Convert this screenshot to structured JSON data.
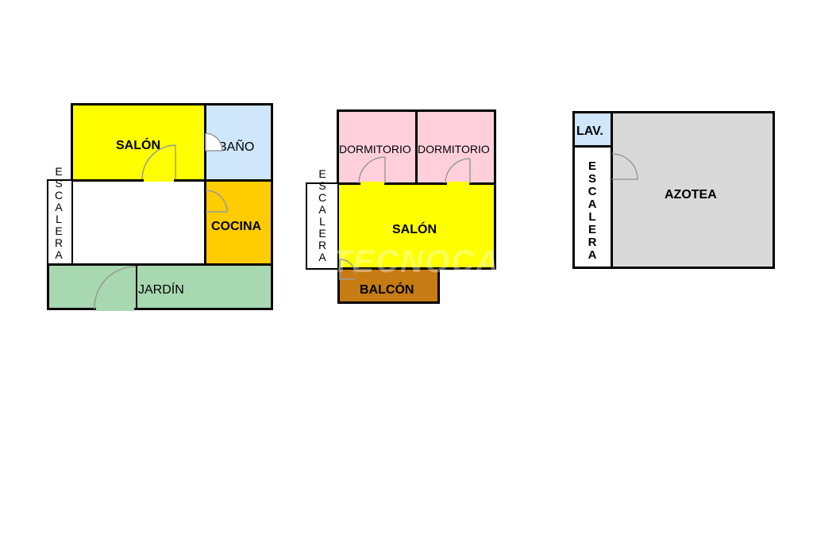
{
  "colors": {
    "yellow": "#ffff00",
    "blue": "#cfe6fb",
    "orange": "#ffcc00",
    "green": "#a8d8b0",
    "pink": "#ffd0dc",
    "brown": "#c67c12",
    "gray": "#d9d9d9",
    "white": "#ffffff",
    "door": "#9a9a9a"
  },
  "plan1": {
    "salon": "SALÓN",
    "bano": "BAÑO",
    "cocina": "COCINA",
    "jardin": "JARDÍN",
    "escalera": [
      "E",
      "S",
      "C",
      "A",
      "L",
      "E",
      "R",
      "A"
    ]
  },
  "plan2": {
    "dormitorio_1": "DORMITORIO",
    "dormitorio_2": "DORMITORIO",
    "salon": "SALÓN",
    "balcon": "BALCÓN",
    "escalera": [
      "E",
      "S",
      "C",
      "A",
      "L",
      "E",
      "R",
      "A"
    ],
    "watermark": "TECNOCASA"
  },
  "plan3": {
    "lav": "LAV.",
    "azotea": "AZOTEA",
    "escalera": [
      "E",
      "S",
      "C",
      "A",
      "L",
      "E",
      "R",
      "A"
    ]
  }
}
